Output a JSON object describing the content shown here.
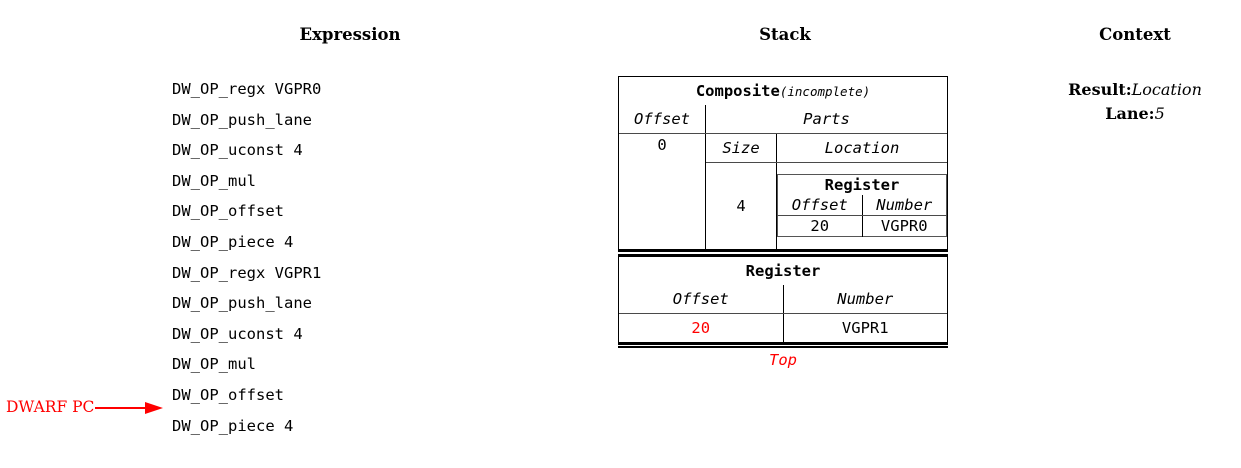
{
  "headers": {
    "expression": "Expression",
    "stack": "Stack",
    "context": "Context"
  },
  "expression": {
    "lines": [
      "DW_OP_regx VGPR0",
      "DW_OP_push_lane",
      "DW_OP_uconst 4",
      "DW_OP_mul",
      "DW_OP_offset",
      "DW_OP_piece 4",
      "DW_OP_regx VGPR1",
      "DW_OP_push_lane",
      "DW_OP_uconst 4",
      "DW_OP_mul",
      "DW_OP_offset",
      "DW_OP_piece 4"
    ],
    "pc_marker": {
      "label": "DWARF PC",
      "color": "#ff0000",
      "points_to_line_index": 11
    }
  },
  "stack": {
    "top_label": "Top",
    "entries": [
      {
        "title": "Composite",
        "title_note": "(incomplete)",
        "columns": [
          "Offset",
          "Parts"
        ],
        "offset_value": "0",
        "parts_columns": [
          "Size",
          "Location"
        ],
        "part": {
          "size": "4",
          "location": {
            "title": "Register",
            "columns": [
              "Offset",
              "Number"
            ],
            "values": [
              "20",
              "VGPR0"
            ]
          }
        }
      },
      {
        "title": "Register",
        "columns": [
          "Offset",
          "Number"
        ],
        "values": [
          "20",
          "VGPR1"
        ],
        "value_colors": [
          "#ff0000",
          "#000000"
        ]
      }
    ]
  },
  "context": {
    "rows": [
      {
        "key": "Result:",
        "value": "Location"
      },
      {
        "key": "Lane:",
        "value": "5"
      }
    ]
  },
  "colors": {
    "accent_red": "#ff0000",
    "text": "#000000",
    "background": "#ffffff"
  }
}
